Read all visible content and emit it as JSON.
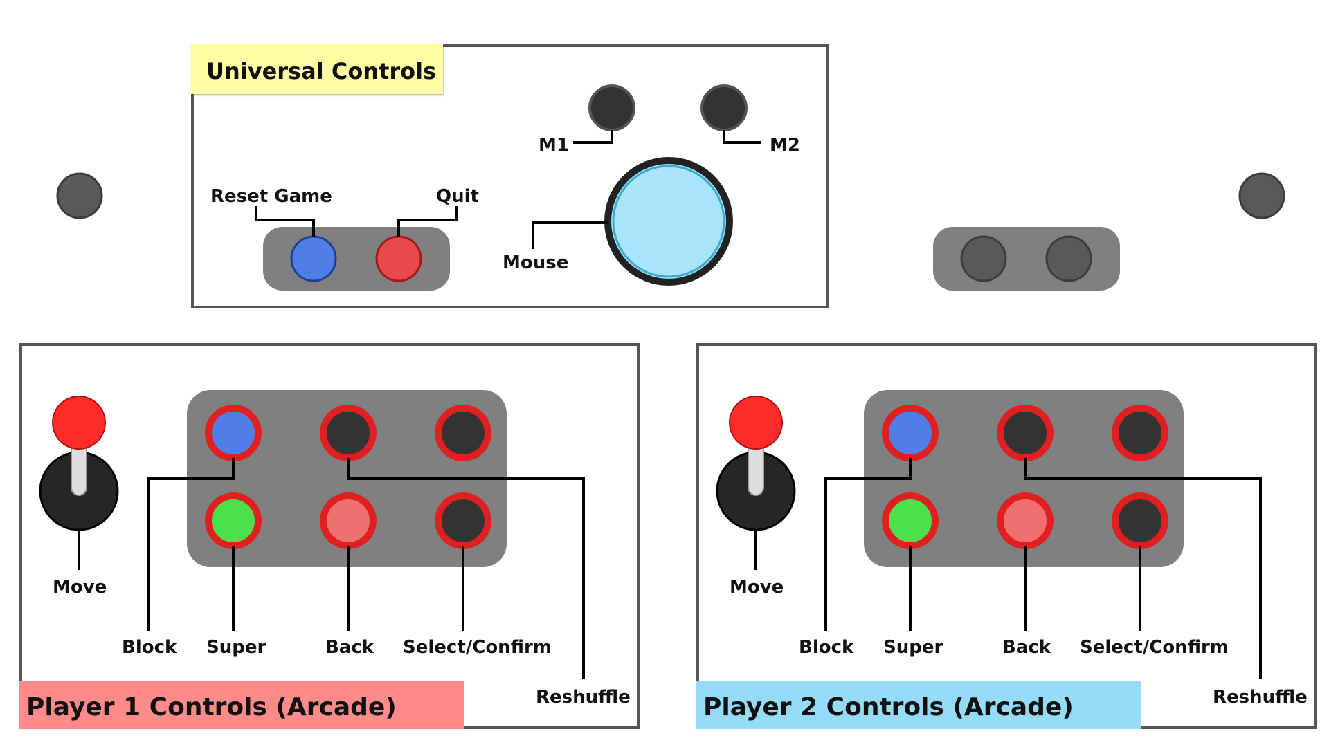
{
  "universal": {
    "title": "Universal Controls",
    "m1": "M1",
    "m2": "M2",
    "reset_game": "Reset Game",
    "quit": "Quit",
    "mouse": "Mouse"
  },
  "player1": {
    "title": "Player 1 Controls (Arcade)",
    "move": "Move",
    "block": "Block",
    "super": "Super",
    "back": "Back",
    "select_confirm": "Select/Confirm",
    "reshuffle": "Reshuffle"
  },
  "player2": {
    "title": "Player 2 Controls (Arcade)",
    "move": "Move",
    "block": "Block",
    "super": "Super",
    "back": "Back",
    "select_confirm": "Select/Confirm",
    "reshuffle": "Reshuffle"
  },
  "colors": {
    "universal_title_bg": "#ffffa6",
    "player1_title_bg": "#ff8a8a",
    "player2_title_bg": "#94dcfa",
    "button_blue": "#4f7fe6",
    "button_red": "#e84a4a",
    "button_green": "#4de04d",
    "button_pink": "#f07070",
    "button_dark": "#333333",
    "button_ring_red": "#e02020",
    "trackball": "#a8e4fb",
    "joystick_ball": "#ff2a2a",
    "console_gray": "#808080"
  }
}
